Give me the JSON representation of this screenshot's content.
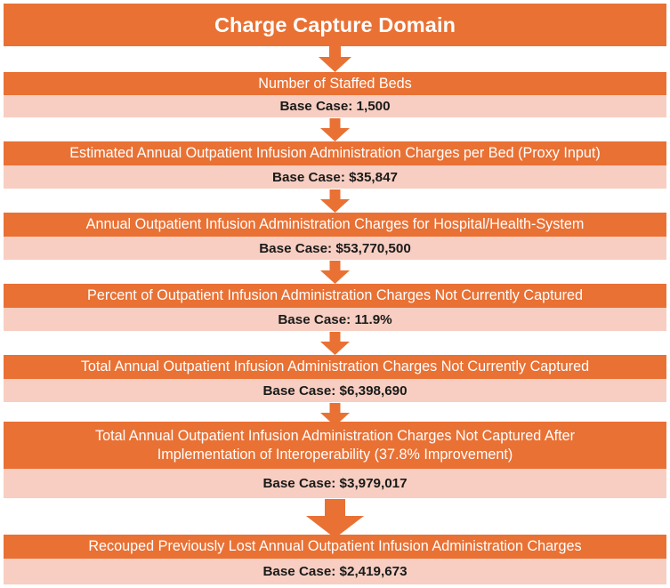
{
  "diagram": {
    "title": "Charge Capture Domain",
    "type": "flowchart",
    "accent_color": "#E97134",
    "value_band_color": "#F7CEC1",
    "title_text_color": "#FFFFFF",
    "value_text_color": "#1A1A1A",
    "connector_icon": "down-arrow-icon",
    "value_label_prefix": "Base Case:",
    "stages": [
      {
        "id": "staffed-beds",
        "title": "Number of Staffed Beds",
        "value": "Base Case: 1,500"
      },
      {
        "id": "charges-per-bed",
        "title": "Estimated Annual Outpatient Infusion Administration Charges per Bed (Proxy Input)",
        "value": "Base Case: $35,847"
      },
      {
        "id": "annual-charges-system",
        "title": "Annual Outpatient Infusion Administration Charges for Hospital/Health-System",
        "value": "Base Case: $53,770,500"
      },
      {
        "id": "percent-not-captured",
        "title": "Percent of Outpatient Infusion Administration Charges Not Currently Captured",
        "value": "Base Case: 11.9%"
      },
      {
        "id": "total-not-captured",
        "title": "Total Annual Outpatient Infusion Administration Charges Not Currently Captured",
        "value": "Base Case: $6,398,690"
      },
      {
        "id": "not-captured-after-interop",
        "title_line1": "Total Annual Outpatient Infusion Administration Charges Not Captured After",
        "title_line2": "Implementation of Interoperability (37.8% Improvement)",
        "value": "Base Case: $3,979,017"
      },
      {
        "id": "recouped-charges",
        "title": "Recouped Previously Lost Annual Outpatient Infusion Administration Charges",
        "value": "Base Case: $2,419,673"
      }
    ]
  }
}
